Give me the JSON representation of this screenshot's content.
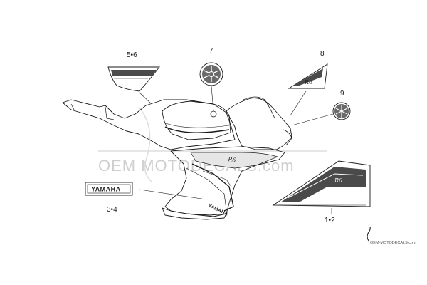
{
  "parts": {
    "p56": "5•6",
    "p7": "7",
    "p8": "8",
    "p9": "9",
    "p34": "3•4",
    "p12": "1•2"
  },
  "decal_text": {
    "yamaha_emblem": "YAMAHA",
    "fairing_brand": "YAMAHA"
  },
  "watermark": {
    "main": "OEM MOTODECALS.com",
    "corner": "OEM-MOTODECALS.com"
  },
  "colors": {
    "line": "#1a1a1a",
    "decal_fill": "#4a4a4a",
    "watermark": "#cfcfcf"
  }
}
